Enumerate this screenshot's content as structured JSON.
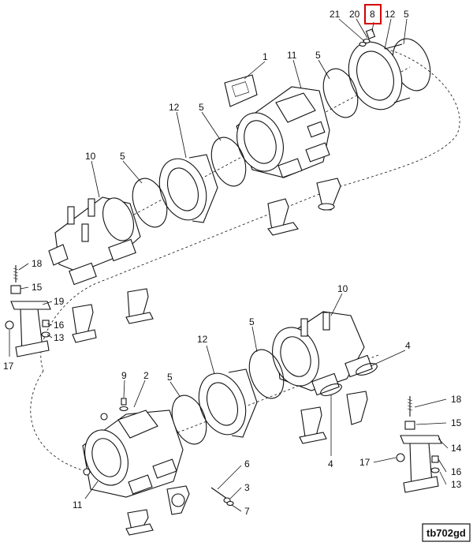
{
  "diagram_code": "tb702gd",
  "highlighted_callout": "8",
  "callouts": {
    "c21_top": "21",
    "c20_top": "20",
    "c8_top": "8",
    "c12_top": "12",
    "c5_topright": "5",
    "c1": "1",
    "c11_top": "11",
    "c5_top2": "5",
    "c12_mid": "12",
    "c5_mid": "5",
    "c10_top": "10",
    "c5_left": "5",
    "c18_left": "18",
    "c15_left": "15",
    "c19": "19",
    "c16_left": "16",
    "c13_left": "13",
    "c17_left": "17",
    "c10_low": "10",
    "c5_low1": "5",
    "c4_low1": "4",
    "c12_low": "12",
    "c9": "9",
    "c2": "2",
    "c5_low2": "5",
    "c4_low2": "4",
    "c18_right": "18",
    "c15_right": "15",
    "c14": "14",
    "c17_right": "17",
    "c16_right": "16",
    "c13_right": "13",
    "c6": "6",
    "c3": "3",
    "c7": "7",
    "c11_low": "11"
  }
}
